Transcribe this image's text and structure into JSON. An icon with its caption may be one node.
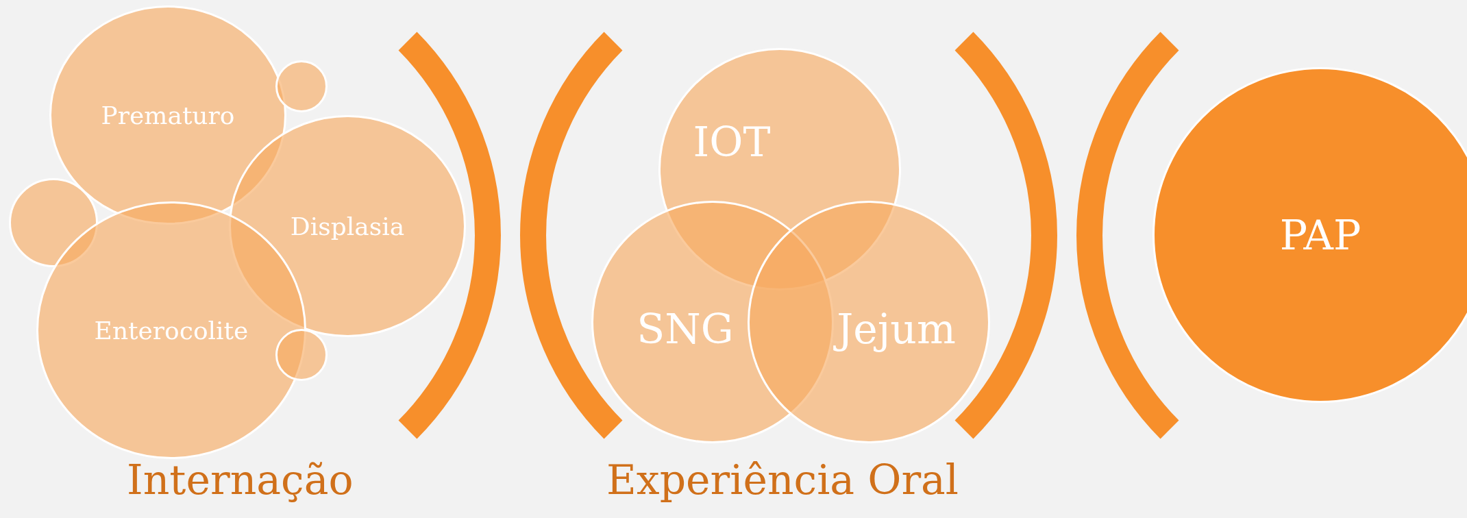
{
  "diagram": {
    "nodes": [
      {
        "text": [
          "Prematuro"
        ]
      },
      {
        "text": [],
        "shape": "circle"
      },
      {
        "text": [
          "Displasia"
        ]
      },
      {
        "text": [],
        "shape": "circle"
      },
      {
        "text": [
          "Enterocolite"
        ]
      },
      {
        "text": [],
        "shape": "circle"
      },
      {
        "text": [
          "IOT"
        ]
      },
      {
        "text": [
          "SNG"
        ]
      },
      {
        "text": [
          "Jejum"
        ]
      },
      {
        "text": [
          "PAP"
        ]
      }
    ],
    "edges": [],
    "labels": [
      "Internação",
      "Experiência Oral"
    ]
  }
}
